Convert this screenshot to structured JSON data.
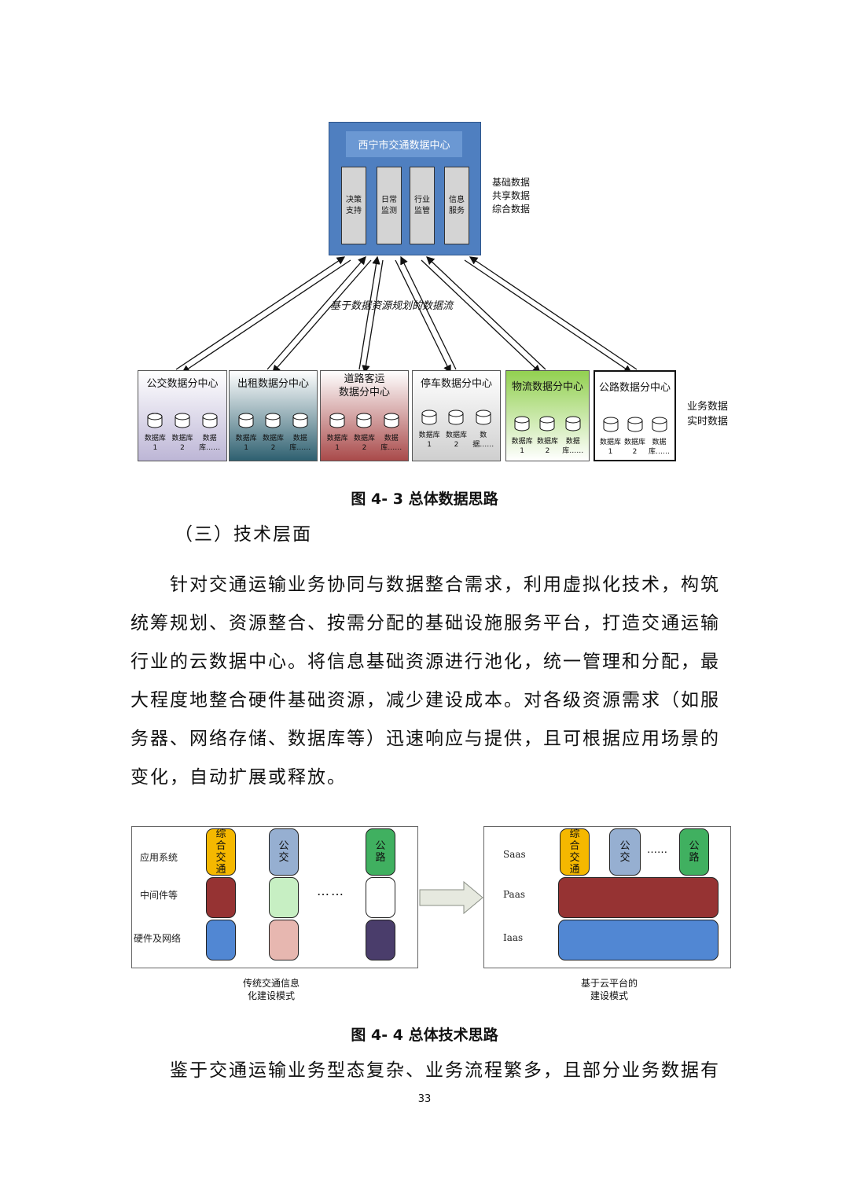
{
  "figure3": {
    "data_center_title": "西宁市交通数据中心",
    "modules": [
      "决策\n支持",
      "日常\n监测",
      "行业\n监管",
      "信息\n服务"
    ],
    "right_note": [
      "基础数据",
      "共享数据",
      "综合数据"
    ],
    "flow_label": "基于数据资源规划的数据流",
    "subcenters": [
      {
        "title": "公交数据分中心",
        "db_labels": [
          "数据库\n1",
          "数据库\n2",
          "数据\n库……"
        ]
      },
      {
        "title": "出租数据分中心",
        "db_labels": [
          "数据库\n1",
          "数据库\n2",
          "数据\n库……"
        ]
      },
      {
        "title": "道路客运\n数据分中心",
        "db_labels": [
          "数据库\n1",
          "数据库\n2",
          "数据\n库……"
        ]
      },
      {
        "title": "停车数据分中心",
        "db_labels": [
          "数据库\n1",
          "数据库\n2",
          "数\n据……"
        ]
      },
      {
        "title": "物流数据分中心",
        "db_labels": [
          "数据库\n1",
          "数据库\n2",
          "数据\n库……"
        ]
      },
      {
        "title": "公路数据分中心",
        "db_labels": [
          "数据库\n1",
          "数据库\n2",
          "数据\n库……"
        ]
      }
    ],
    "bottom_note": [
      "业务数据",
      "实时数据"
    ],
    "caption": "图 4- 3 总体数据思路"
  },
  "section_heading": "（三）技术层面",
  "paragraph_lines": [
    "针对交通运输业务协同与数据整合需求，利用虚拟化技术，构筑",
    "统筹规划、资源整合、按需分配的基础设施服务平台，打造交通运输",
    "行业的云数据中心。将信息基础资源进行池化，统一管理和分配，最",
    "大程度地整合硬件基础资源，减少建设成本。对各级资源需求（如服",
    "务器、网络存储、数据库等）迅速响应与提供，且可根据应用场景的",
    "变化，自动扩展或释放。"
  ],
  "figure4": {
    "left_labels": [
      "应用系统",
      "中间件等",
      "硬件及网络"
    ],
    "left_apps": [
      "综\n合\n交\n通",
      "公\n交",
      "公\n路"
    ],
    "dots": "……",
    "right_labels": [
      "Saas",
      "Paas",
      "Iaas"
    ],
    "right_apps": [
      "综\n合\n交\n通",
      "公\n交",
      "公\n路"
    ],
    "left_caption": "传统交通信息\n化建设模式",
    "right_caption": "基于云平台的\n建设模式",
    "caption": "图 4- 4 总体技术思路"
  },
  "last_line": "鉴于交通运输业务型态复杂、业务流程繁多，且部分业务数据有",
  "page_number": "33"
}
